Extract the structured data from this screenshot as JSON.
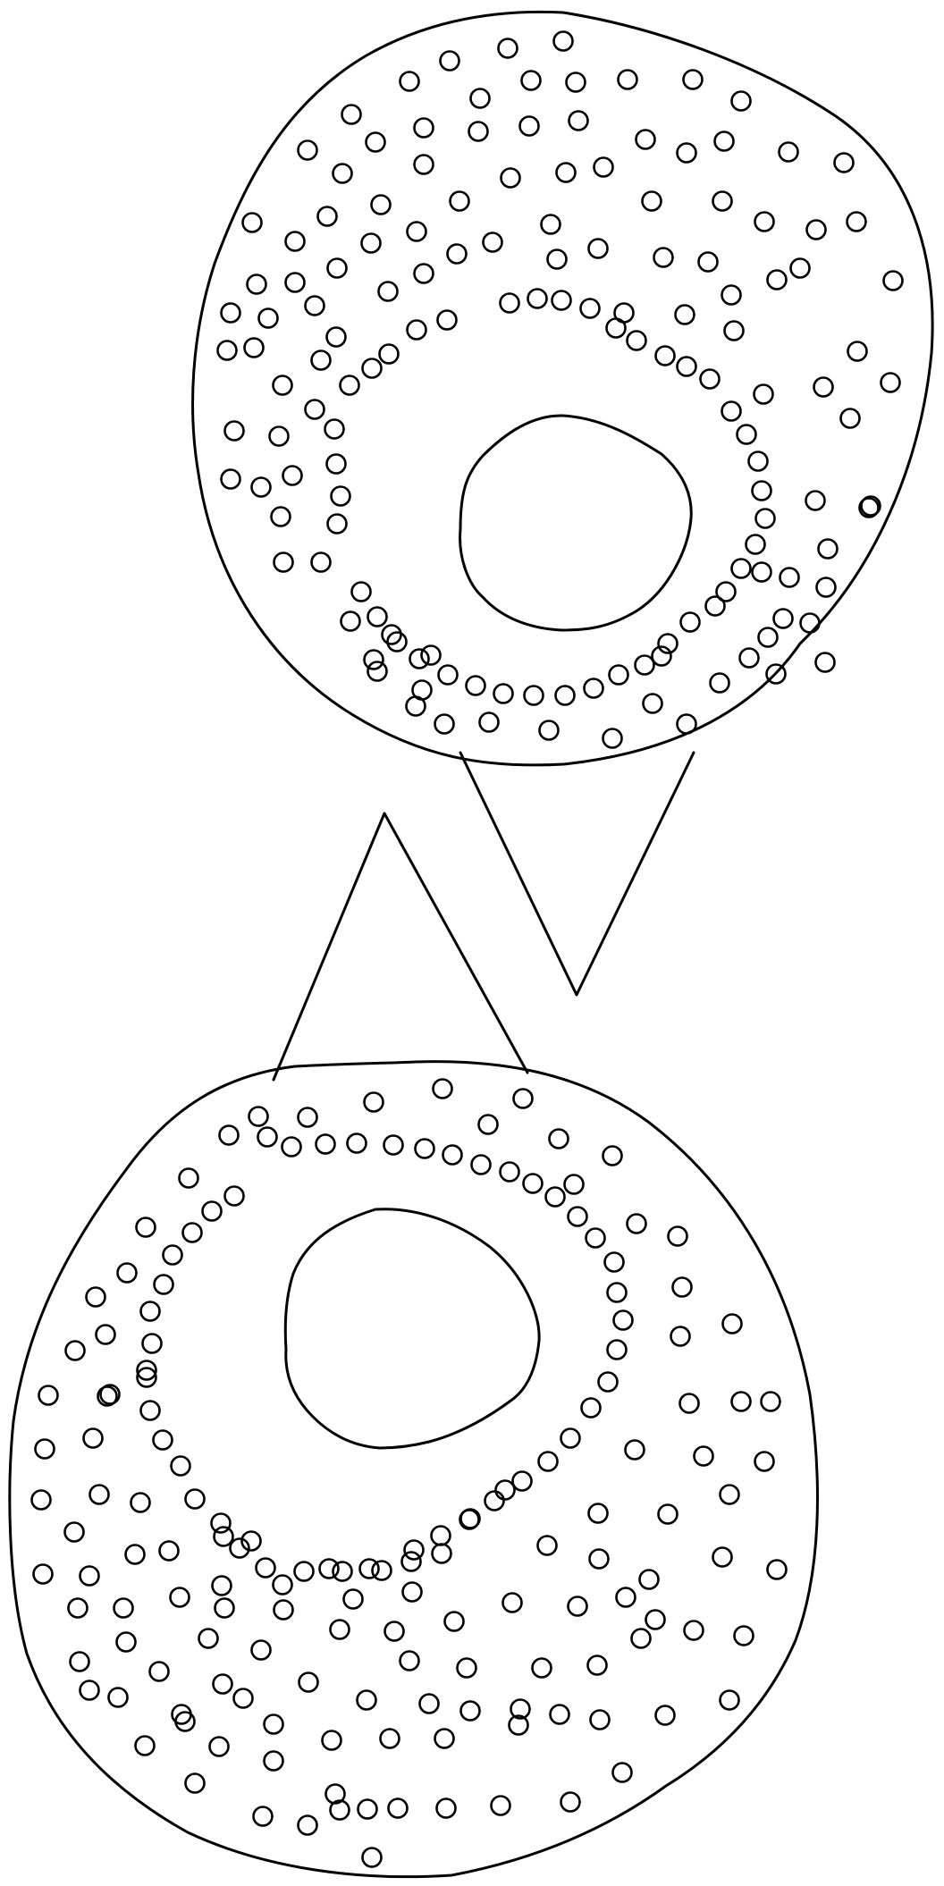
{
  "title": "",
  "colors": {
    "background": "#ffffff",
    "stroke": "#000000"
  },
  "figures": [
    {
      "id": "upper",
      "shape": "irregular-disc",
      "inner_shape": "ring-hole",
      "dot_pattern": "scattered-dots-with-ring-of-dots",
      "connector": "v-shaped-stem"
    },
    {
      "id": "lower",
      "shape": "irregular-disc",
      "inner_shape": "ring-hole",
      "dot_pattern": "scattered-dots-with-ring-of-dots",
      "connector": "inverted-v-stem"
    }
  ]
}
